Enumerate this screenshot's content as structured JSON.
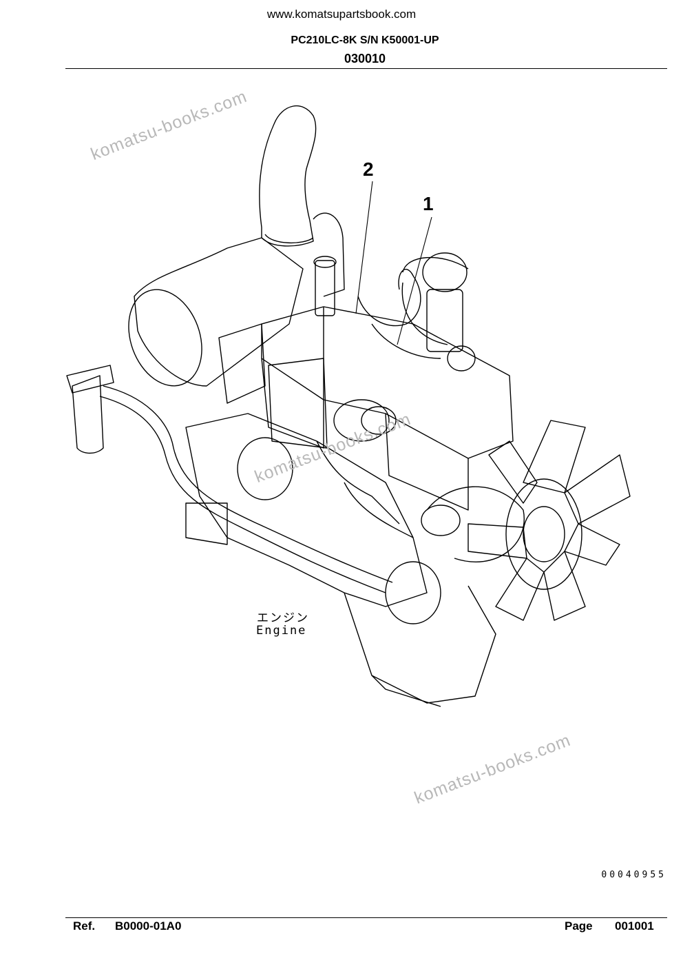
{
  "header": {
    "site_url": "www.komatsupartsbook.com",
    "model": "PC210LC-8K S/N K50001-UP",
    "section_code": "030010"
  },
  "watermark": "komatsu-books.com",
  "callouts": [
    "2",
    "1"
  ],
  "labels": {
    "engine_jp": "エンジン",
    "engine_en": "Engine"
  },
  "drawing_number": "00040955",
  "footer": {
    "ref_label": "Ref.",
    "ref_value": "B0000-01A0",
    "page_label": "Page",
    "page_value": "001001"
  }
}
